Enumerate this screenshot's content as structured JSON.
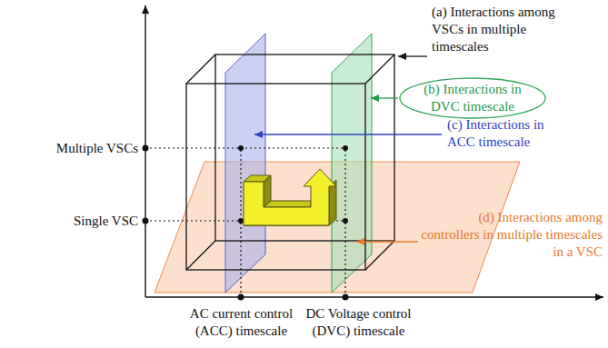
{
  "diagram": {
    "nodes": [
      {
        "text": [
          "(b) Interactions in DVC timescale"
        ]
      }
    ],
    "labels": [
      "(a) Interactions among VSCs in multiple timescales",
      "Multiple VSCs",
      "(c) Interactions in ACC timescale",
      "Single VSC",
      "(d) Interactions among controllers in multiple timescales in a VSC",
      "AC current control (ACC) timescale",
      "DC Voltage control (DVC) timescale"
    ]
  }
}
